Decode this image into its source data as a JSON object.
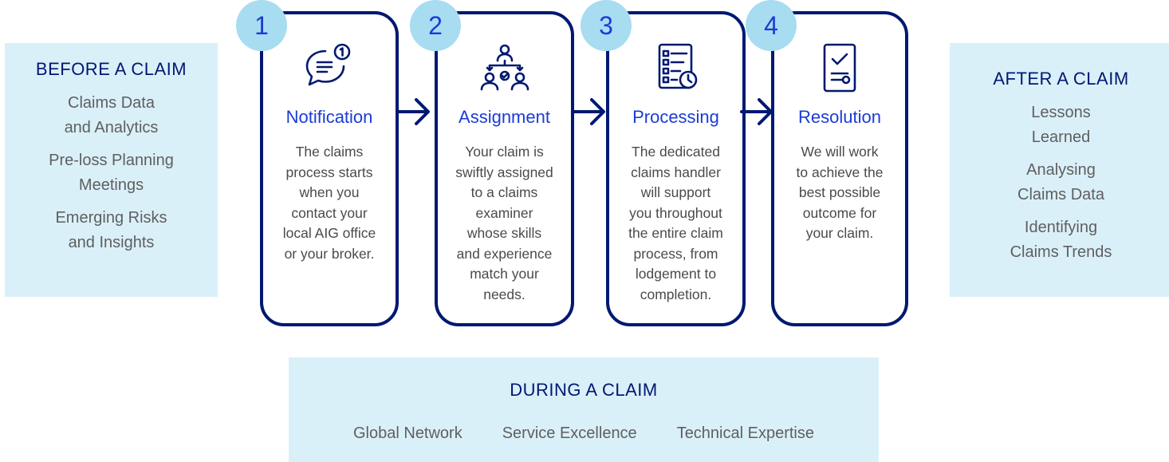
{
  "before": {
    "title": "BEFORE A CLAIM",
    "items": [
      "Claims Data\nand Analytics",
      "Pre-loss Planning\nMeetings",
      "Emerging Risks\nand Insights"
    ]
  },
  "after": {
    "title": "AFTER A CLAIM",
    "items": [
      "Lessons\nLearned",
      "Analysing\nClaims Data",
      "Identifying\nClaims Trends"
    ]
  },
  "during": {
    "title": "DURING A CLAIM",
    "items": [
      "Global Network",
      "Service Excellence",
      "Technical Expertise"
    ]
  },
  "steps": [
    {
      "number": "1",
      "title": "Notification",
      "icon": "chat-bubble-notification-icon",
      "text": "The claims\nprocess starts\nwhen you\ncontact your\nlocal AIG office\nor your broker."
    },
    {
      "number": "2",
      "title": "Assignment",
      "icon": "people-assignment-icon",
      "text": "Your claim is\nswiftly assigned\nto a claims\nexaminer\nwhose skills\nand experience\nmatch your\nneeds."
    },
    {
      "number": "3",
      "title": "Processing",
      "icon": "checklist-clock-icon",
      "text": "The dedicated\nclaims handler\nwill support\nyou throughout\nthe entire claim\nprocess, from\nlodgement to\ncompletion."
    },
    {
      "number": "4",
      "title": "Resolution",
      "icon": "document-check-icon",
      "text": "We will work\nto achieve the\nbest possible\noutcome for\nyour claim."
    }
  ],
  "colors": {
    "navy": "#001871",
    "blue": "#1a3cd6",
    "light_blue": "#daf0f9",
    "badge": "#a8dcf1"
  }
}
